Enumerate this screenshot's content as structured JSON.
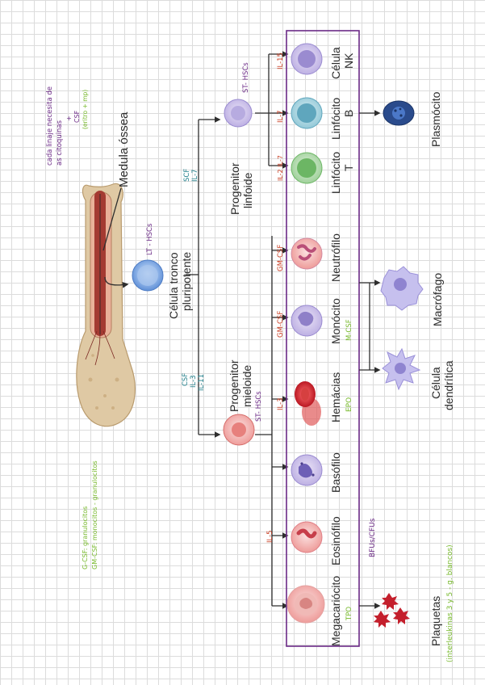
{
  "colors": {
    "purple": "#6b2a86",
    "red": "#c8381c",
    "teal": "#1f7e8a",
    "green": "#76b82a",
    "line": "#2e2e2e"
  },
  "notes": {
    "top_line1": "cada linaje necesita de",
    "top_line2": "as citoquinas",
    "top_line3": "+",
    "top_line4": "CSF",
    "top_line5": "(eritro + mp)",
    "bottom_line1": "G-CSF: granulocitos",
    "bottom_line2": "GM-CSF: monocitos - granulocitos"
  },
  "bone": {
    "label": "Medula óssea"
  },
  "stem": {
    "tag": "LT - HSCs",
    "line1": "Célula tronco",
    "line2": "pluripotente"
  },
  "lymphoid": {
    "tag": "ST- HSCs",
    "cytokines1": "SCF",
    "cytokines2": "IL-7",
    "line1": "Progenitor",
    "line2": "linfoide"
  },
  "myeloid": {
    "tag": "ST- HSCs",
    "cytokines1": "CSF",
    "cytokines2": "IL-3",
    "cytokines3": "IL-11",
    "line1": "Progenitor",
    "line2": "mieloide"
  },
  "cells": [
    {
      "name": "Megacariócito",
      "name2": "",
      "cytokine": "",
      "note": "TPO"
    },
    {
      "name": "Eosinófilo",
      "name2": "",
      "cytokine": "IL-5",
      "note": ""
    },
    {
      "name": "Basófilo",
      "name2": "",
      "cytokine": "",
      "note": ""
    },
    {
      "name": "Hemácias",
      "name2": "",
      "cytokine": "IL-3",
      "note": "EPO"
    },
    {
      "name": "Monócito",
      "name2": "",
      "cytokine": "GM-CSF",
      "note": "M-CSF"
    },
    {
      "name": "Neutrófilo",
      "name2": "",
      "cytokine": "GM-CSF",
      "note": ""
    },
    {
      "name": "Linfócito",
      "name2": "T",
      "cytokine": "IL-2  IL-7",
      "note": ""
    },
    {
      "name": "Linfócito",
      "name2": "B",
      "cytokine": "IL-7",
      "note": ""
    },
    {
      "name": "Célula",
      "name2": "NK",
      "cytokine": "IL-15",
      "note": ""
    }
  ],
  "mature": {
    "plaquetas": "Plaquetas",
    "plaquetas_note": "(interleukinas 3 y 5 - g. blancos)",
    "dendritica1": "Célula",
    "dendritica2": "dendrítica",
    "macrofago": "Macrófago",
    "plasmocito": "Plasmócito"
  },
  "bfu_label": "BFUs/CFUs"
}
